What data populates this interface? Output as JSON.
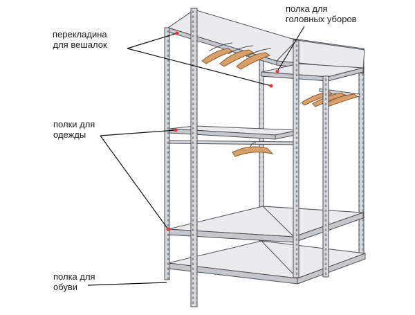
{
  "labels": {
    "hanger_bar": {
      "line1": "перекладина",
      "line2": "для вешалок"
    },
    "hat_shelf": {
      "line1": "полка для",
      "line2": "головных уборов"
    },
    "clothes_shelves": {
      "line1": "полки для",
      "line2": "одежды"
    },
    "shoe_shelf": {
      "line1": "полка для",
      "line2": "обуви"
    }
  },
  "colors": {
    "frame_fill": "#d6d9dc",
    "frame_stroke": "#4a4f54",
    "shelf_top": "#e9ebed",
    "shelf_front": "#c4c8cc",
    "hanger": "#d8a06a",
    "hanger_stroke": "#8a5a2e",
    "marker": "#e8383d",
    "leader": "#111111"
  }
}
